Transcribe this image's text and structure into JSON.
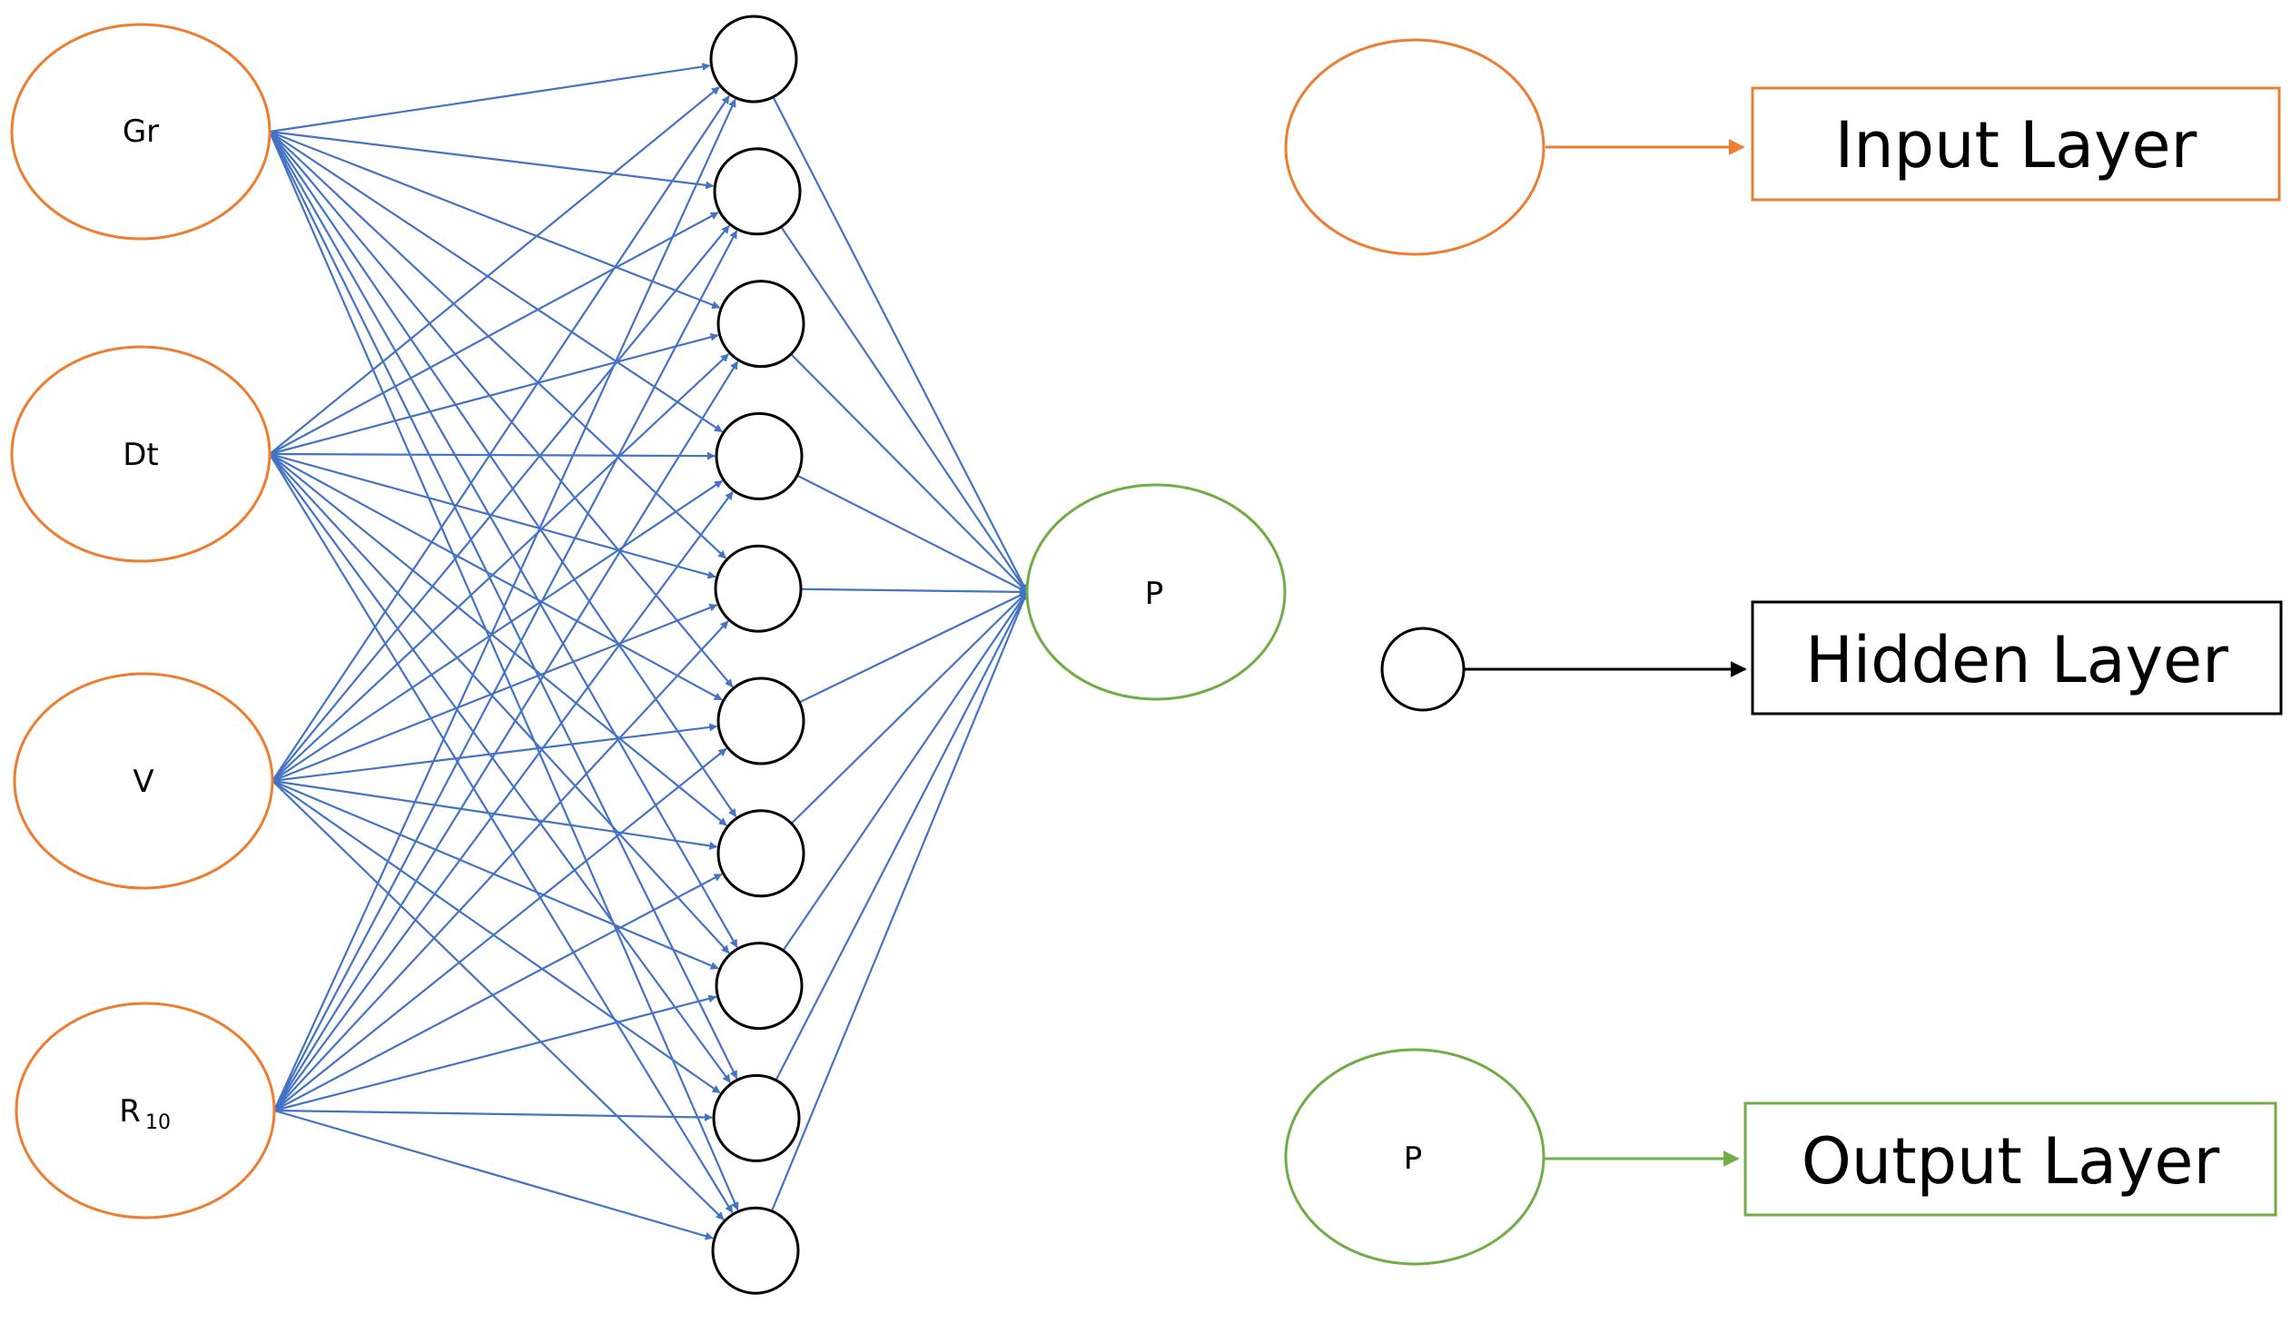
{
  "colors": {
    "input": "#ED7D31",
    "hidden": "#000000",
    "output": "#70AD47",
    "connection": "#4472C4"
  },
  "input_nodes": [
    {
      "id": "gr",
      "label": "Gr"
    },
    {
      "id": "dt",
      "label": "Dt"
    },
    {
      "id": "v",
      "label": "V"
    },
    {
      "id": "r10",
      "label": "R",
      "subscript": "10"
    }
  ],
  "hidden_node_count": 10,
  "output_node": {
    "label": "P"
  },
  "legend": {
    "input": {
      "label": "Input Layer"
    },
    "hidden": {
      "label": "Hidden Layer"
    },
    "output": {
      "label": "Output Layer",
      "node_label": "P"
    }
  }
}
